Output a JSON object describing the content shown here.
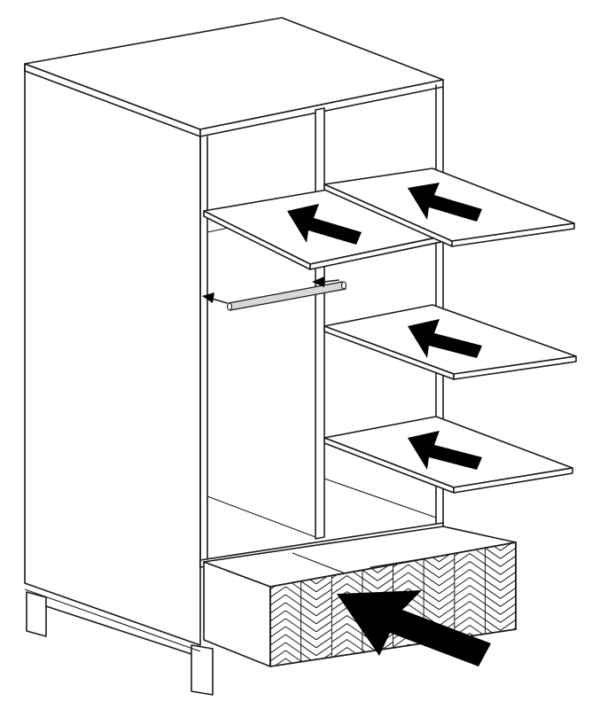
{
  "diagram": {
    "subject": "wardrobe-assembly-step",
    "colors": {
      "line": "#1a1a1a",
      "arrow": "#000000",
      "background": "#ffffff",
      "rail": "#d8d8d8"
    },
    "icons": [
      "arrow-icon"
    ],
    "components": {
      "cabinet_body": "cabinet-body",
      "shelves_count": 4,
      "hanging_rail": "hanging-rail",
      "drawer": "drawer-with-herringbone-front"
    }
  }
}
